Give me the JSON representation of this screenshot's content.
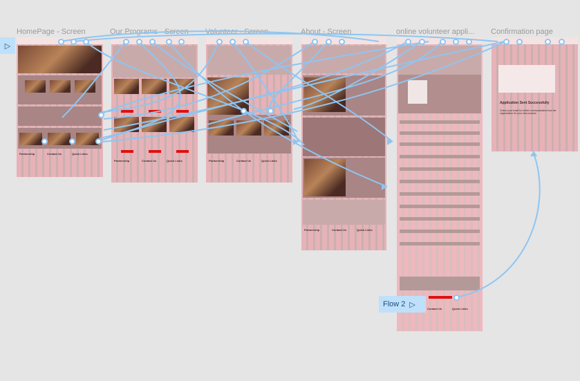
{
  "canvas": {
    "background": "#e5e5e5",
    "prototype_line_color": "#8ec5f2"
  },
  "frames": [
    {
      "title": "HomePage - Screen"
    },
    {
      "title": "Our Programs - Screen"
    },
    {
      "title": "Volunteer - Screen"
    },
    {
      "title": "About - Screen"
    },
    {
      "title": "online volunteer appli..."
    },
    {
      "title": "Confirmation page"
    }
  ],
  "flows": {
    "start_label": "Flow 2"
  },
  "confirmation": {
    "heading": "Application Sent Successfully",
    "body": "Check your email for further communication from the organization for your next process"
  },
  "footer": {
    "col1": "Partnership",
    "col2": "Contact Us",
    "col3": "Quick Links"
  },
  "colors": {
    "accent": "#e01010",
    "section": "#a98585",
    "frame": "#c9b0b0",
    "grid": "#ffb4be"
  }
}
